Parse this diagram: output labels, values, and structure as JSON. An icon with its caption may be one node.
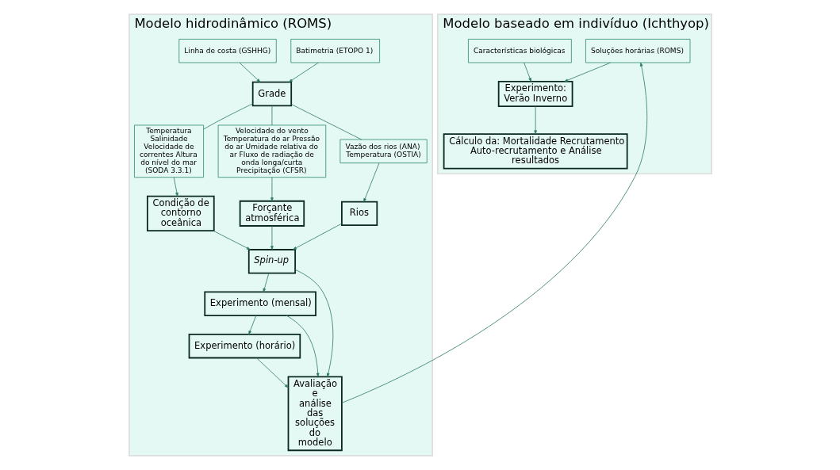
{
  "diagram": {
    "nodes": [
      {
        "text": [
          "Modelo hidrodinâmico (ROMS)"
        ]
      },
      {
        "text": [
          "Batimetria (ETOPO 1)"
        ],
        "in": 0
      },
      {
        "text": [
          "Linha de costa (GSHHG)"
        ],
        "in": 0
      },
      {
        "text": [
          "Grade"
        ],
        "in": 0
      },
      {
        "text": [
          "Temperatura Salinidade Velocidade de correntes Altura do nível do mar (SODA 3.3.1)"
        ],
        "in": 0
      },
      {
        "text": [
          "Velocidade do vento Temperatura do ar Pressão do ar Umidade relativa do ar Fluxo de radiação de onda longa/curta Precipitação (CFSR)"
        ],
        "in": 0
      },
      {
        "text": [
          "Vazão dos rios (ANA) Temperatura (OSTIA)"
        ],
        "in": 0
      },
      {
        "text": [
          "Condição de contorno oceânica"
        ],
        "in": 0
      },
      {
        "text": [
          "Forçante atmosférica"
        ],
        "in": 0
      },
      {
        "text": [
          "Rios"
        ],
        "in": 0
      },
      {
        "text": [
          "Spin-up"
        ],
        "in": 0
      },
      {
        "text": [
          "Experimento (mensal)"
        ],
        "in": 0
      },
      {
        "text": [
          "Experimento (horário)"
        ],
        "in": 0
      },
      {
        "text": [
          "Avaliação e análise das soluções do modelo"
        ],
        "in": 0
      },
      {
        "text": [
          "Modelo baseado em indivíduo (Ichthyop)"
        ]
      },
      {
        "text": [
          "Soluções horárias (ROMS)"
        ],
        "in": 14
      },
      {
        "text": [
          "Características biológicas"
        ],
        "in": 14
      },
      {
        "text": [
          "Experimento: Verão Inverno"
        ],
        "in": 14
      },
      {
        "text": [
          "Cálculo da: Mortalidade Recrutamento Auto-recrutamento e Análise resultados"
        ],
        "in": 14
      }
    ],
    "edges": [
      {
        "from": 1,
        "to": 3,
        "arrow": "to"
      },
      {
        "from": 2,
        "to": 3,
        "arrow": "to"
      },
      {
        "from": 3,
        "to": 4,
        "arrow": "none"
      },
      {
        "from": 3,
        "to": 5,
        "arrow": "none"
      },
      {
        "from": 3,
        "to": 6,
        "arrow": "none"
      },
      {
        "from": 4,
        "to": 7,
        "arrow": "to"
      },
      {
        "from": 5,
        "to": 8,
        "arrow": "to"
      },
      {
        "from": 6,
        "to": 9,
        "arrow": "to"
      },
      {
        "from": 7,
        "to": 10,
        "arrow": "to"
      },
      {
        "from": 8,
        "to": 10,
        "arrow": "to"
      },
      {
        "from": 9,
        "to": 10,
        "arrow": "to"
      },
      {
        "from": 10,
        "to": 11,
        "arrow": "to"
      },
      {
        "from": 11,
        "to": 12,
        "arrow": "to"
      },
      {
        "from": 10,
        "to": 13,
        "arrow": "to"
      },
      {
        "from": 11,
        "to": 13,
        "arrow": "to"
      },
      {
        "from": 12,
        "to": 13,
        "arrow": "to"
      },
      {
        "from": 13,
        "to": 15,
        "arrow": "to"
      },
      {
        "from": 15,
        "to": 17,
        "arrow": "to"
      },
      {
        "from": 16,
        "to": 17,
        "arrow": "to"
      },
      {
        "from": 17,
        "to": 18,
        "arrow": "to"
      }
    ]
  }
}
